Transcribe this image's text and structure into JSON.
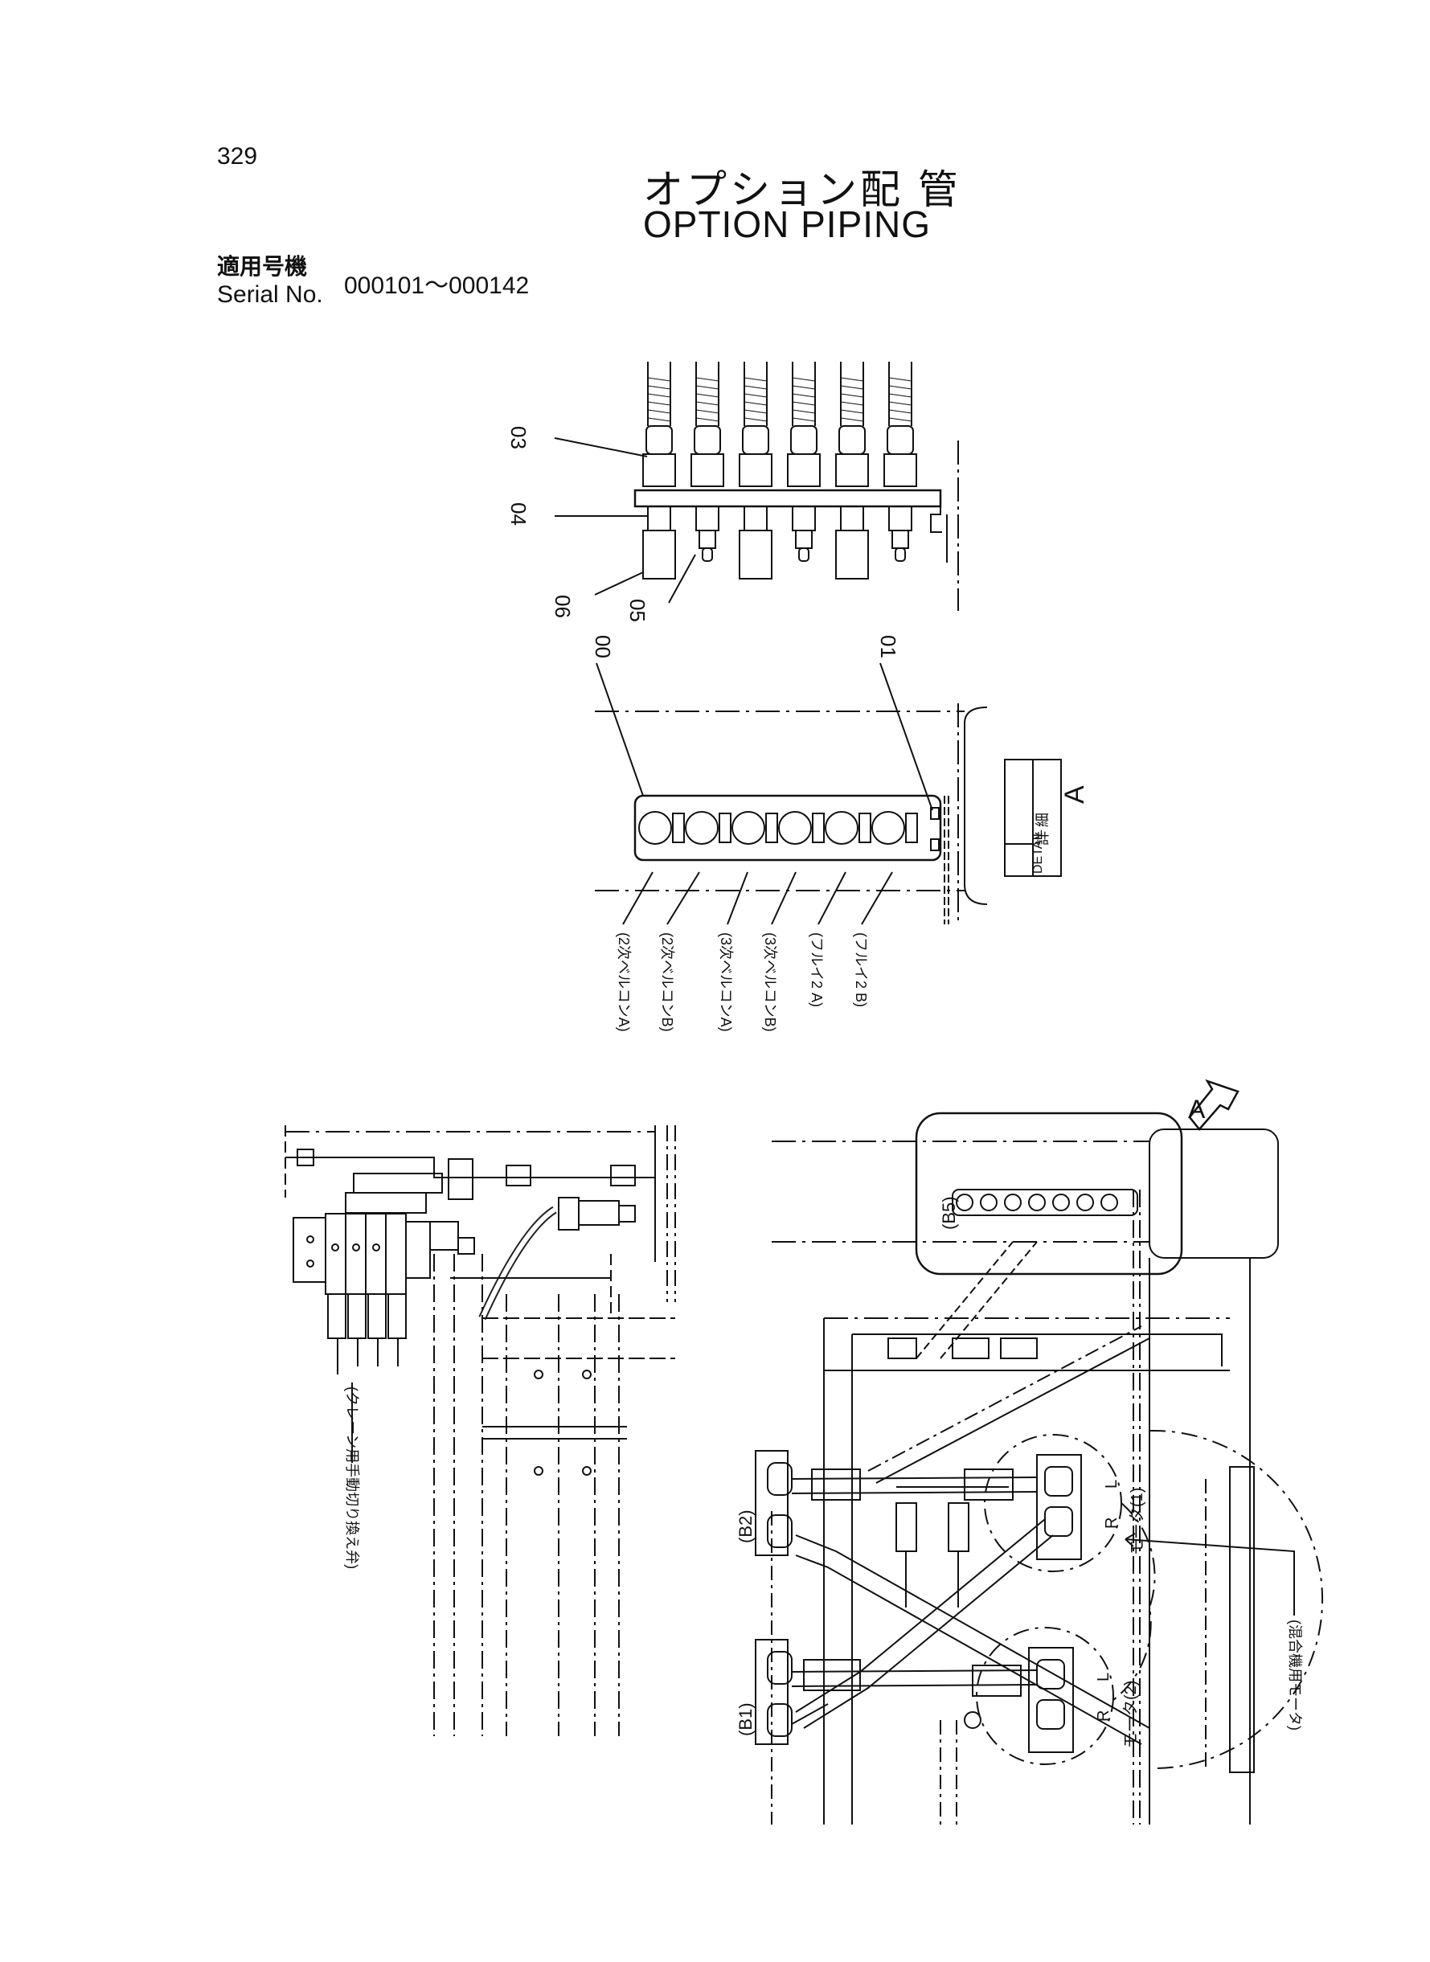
{
  "page": {
    "number": "329",
    "title_jp": "オプション配 管",
    "title_en": "OPTION  PIPING",
    "serial_label_jp": "適用号機",
    "serial_label_en": "Serial No.",
    "serial_range": "000101～000142"
  },
  "detail_view": {
    "part_callouts": [
      "03",
      "04",
      "06",
      "05",
      "00",
      "01"
    ],
    "detail_box": {
      "label_jp": "詳 細",
      "label_en": "DETAIL",
      "letter": "A"
    },
    "port_labels": [
      "(2次ベルコンA)",
      "(2次ベルコンB)",
      "(3次ベルコンA)",
      "(3次ベルコンB)",
      "(フルイ2 A)",
      "(フルイ2 B)"
    ]
  },
  "left_view": {
    "valve_label": "(クレーン用手動切り換え弁)"
  },
  "right_view": {
    "arrow_letter": "A",
    "block_labels": [
      "(B5)",
      "(B2)",
      "(B1)"
    ],
    "motor_labels": [
      "モータ(1)",
      "モータ(2)"
    ],
    "port_letters": [
      "R",
      "L"
    ],
    "motor_note": "(混合機用モータ)"
  },
  "colors": {
    "line": "#111111",
    "background": "#ffffff"
  }
}
